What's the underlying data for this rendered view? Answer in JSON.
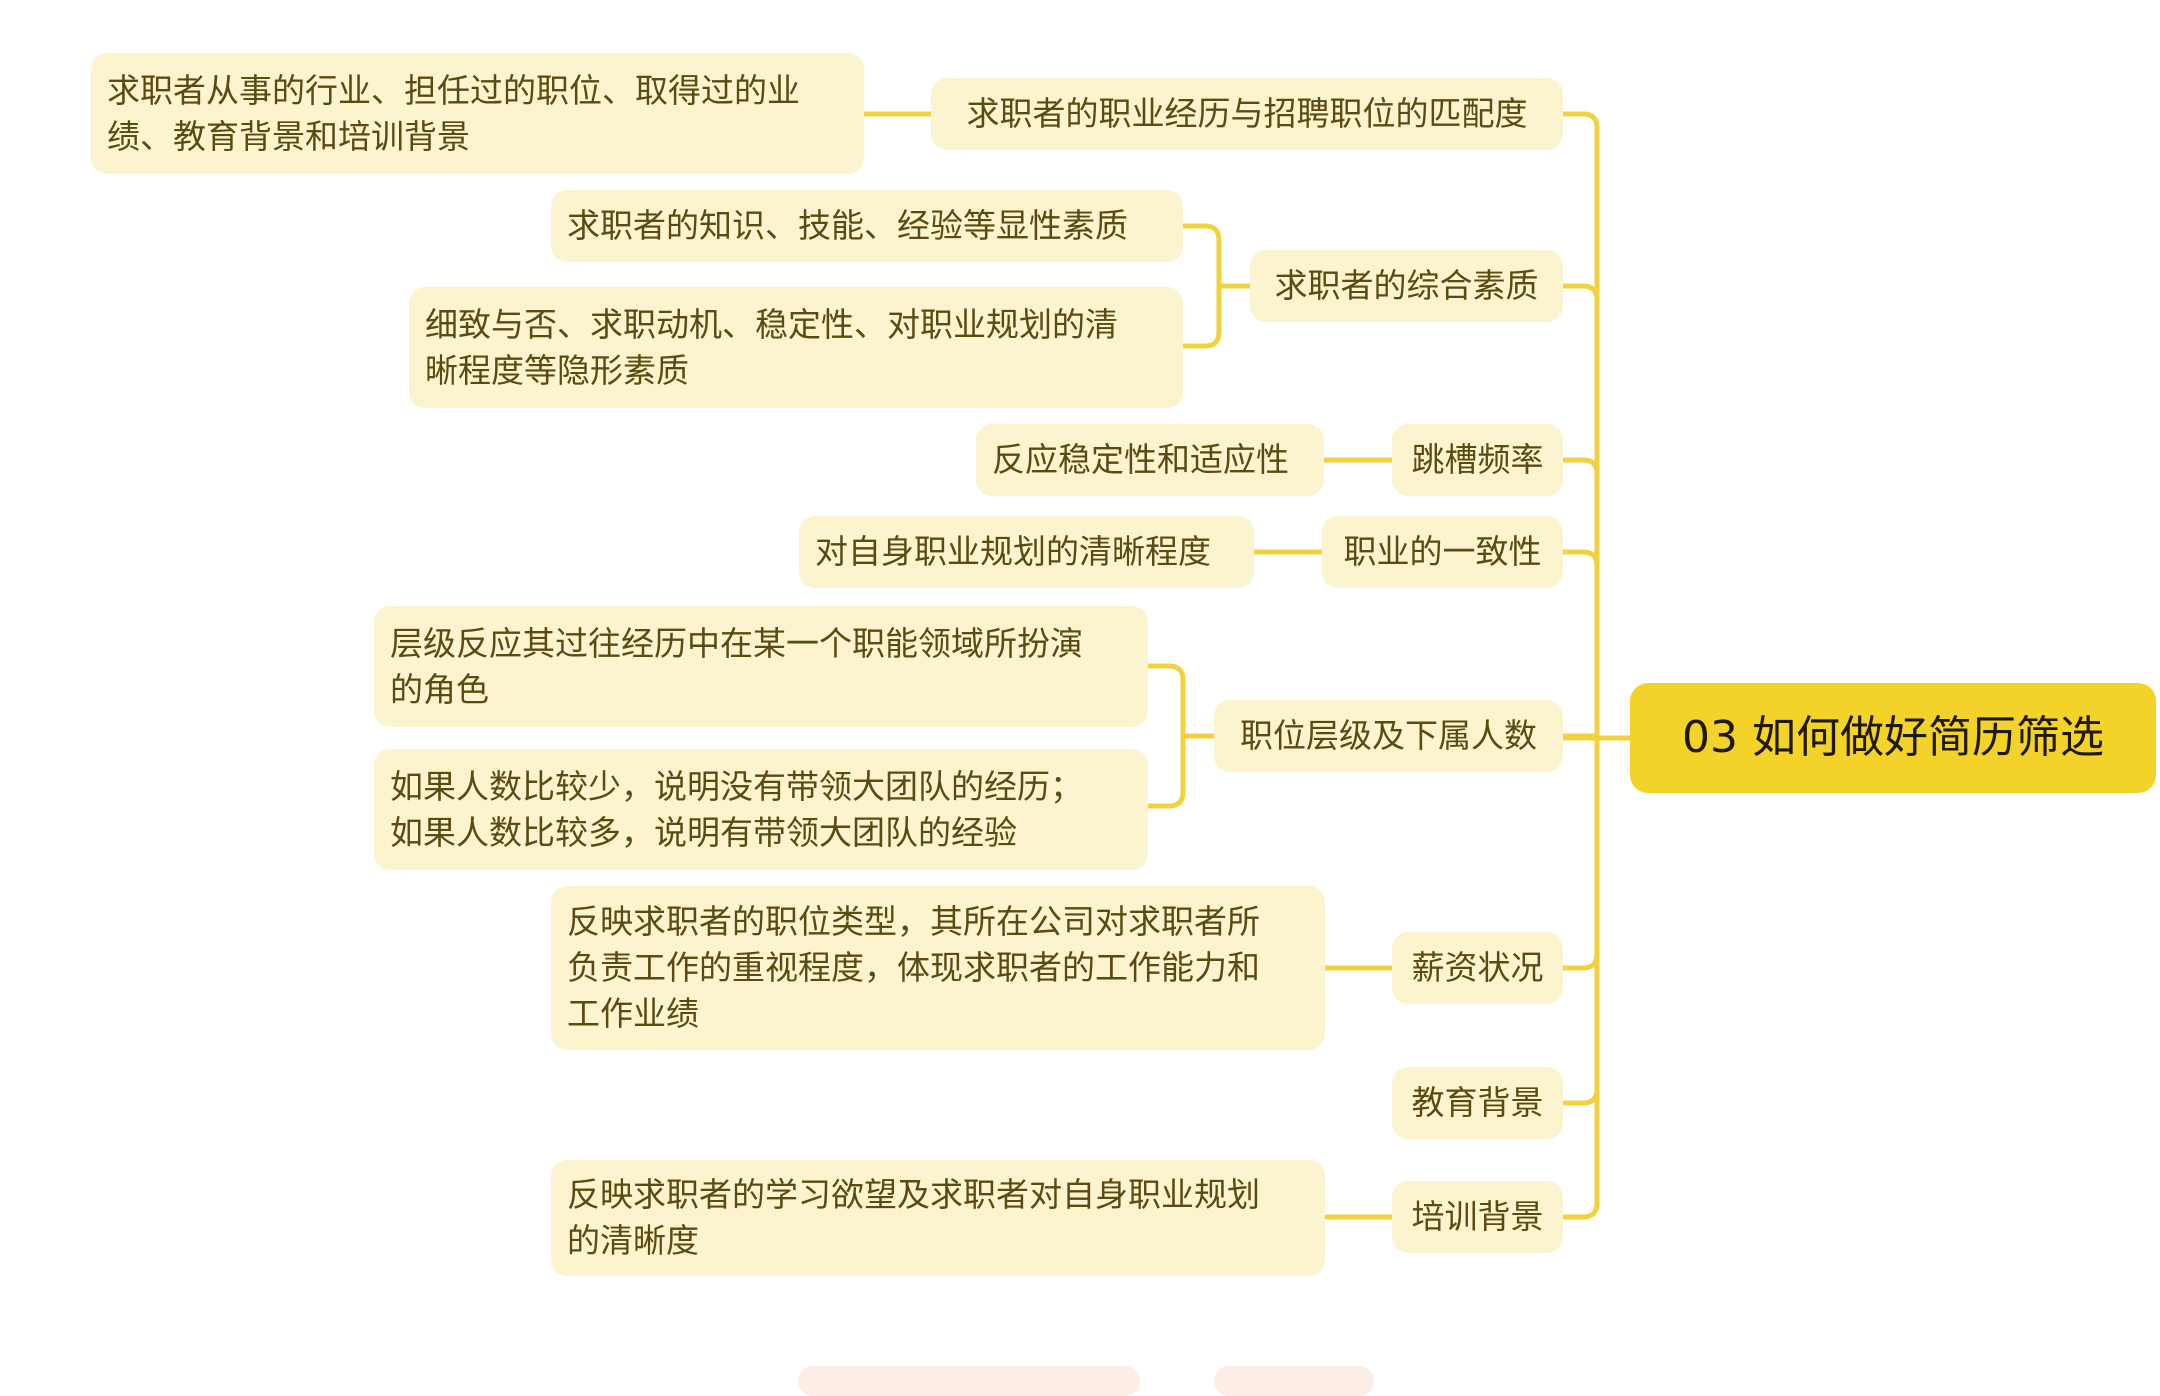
{
  "root": {
    "label": "03 如何做好简历筛选"
  },
  "branches": [
    {
      "label": "求职者的职业经历与招聘职位的匹配度",
      "details": [
        "求职者从事的行业、担任过的职位、取得过的业\n绩、教育背景和培训背景"
      ]
    },
    {
      "label": "求职者的综合素质",
      "details": [
        "求职者的知识、技能、经验等显性素质",
        "细致与否、求职动机、稳定性、对职业规划的清\n晰程度等隐形素质"
      ]
    },
    {
      "label": "跳槽频率",
      "details": [
        "反应稳定性和适应性"
      ]
    },
    {
      "label": "职业的一致性",
      "details": [
        "对自身职业规划的清晰程度"
      ]
    },
    {
      "label": "职位层级及下属人数",
      "details": [
        "层级反应其过往经历中在某一个职能领域所扮演\n的角色",
        "如果人数比较少，说明没有带领大团队的经历；\n如果人数比较多，说明有带领大团队的经验"
      ]
    },
    {
      "label": "薪资状况",
      "details": [
        "反映求职者的职位类型，其所在公司对求职者所\n负责工作的重视程度，体现求职者的工作能力和\n工作业绩"
      ]
    },
    {
      "label": "教育背景",
      "details": []
    },
    {
      "label": "培训背景",
      "details": [
        "反映求职者的学习欲望及求职者对自身职业规划\n的清晰度"
      ]
    }
  ],
  "colors": {
    "line": "#f1d13c",
    "root_fill": "#f3d32a",
    "node_fill": "#fcf4cf",
    "text": "#5b4a12"
  }
}
